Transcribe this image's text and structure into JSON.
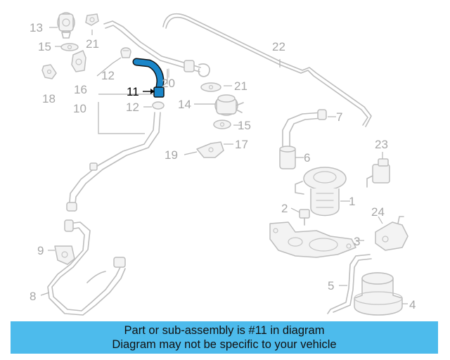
{
  "diagram": {
    "callouts": {
      "c1": "1",
      "c2": "2",
      "c3": "3",
      "c4": "4",
      "c5": "5",
      "c6": "6",
      "c7": "7",
      "c8": "8",
      "c9": "9",
      "c10": "10",
      "c11": "11",
      "c12a": "12",
      "c12b": "12",
      "c13": "13",
      "c14": "14",
      "c15a": "15",
      "c15b": "15",
      "c16": "16",
      "c17": "17",
      "c18": "18",
      "c19": "19",
      "c20": "20",
      "c21a": "21",
      "c21b": "21",
      "c22": "22",
      "c23": "23",
      "c24": "24"
    },
    "highlight_part": "11",
    "highlight_color": "#1a86c9"
  },
  "banner": {
    "line1": "Part or sub-assembly is #11 in diagram",
    "line2": "Diagram may not be specific to your vehicle",
    "background": "#4dbbec"
  }
}
